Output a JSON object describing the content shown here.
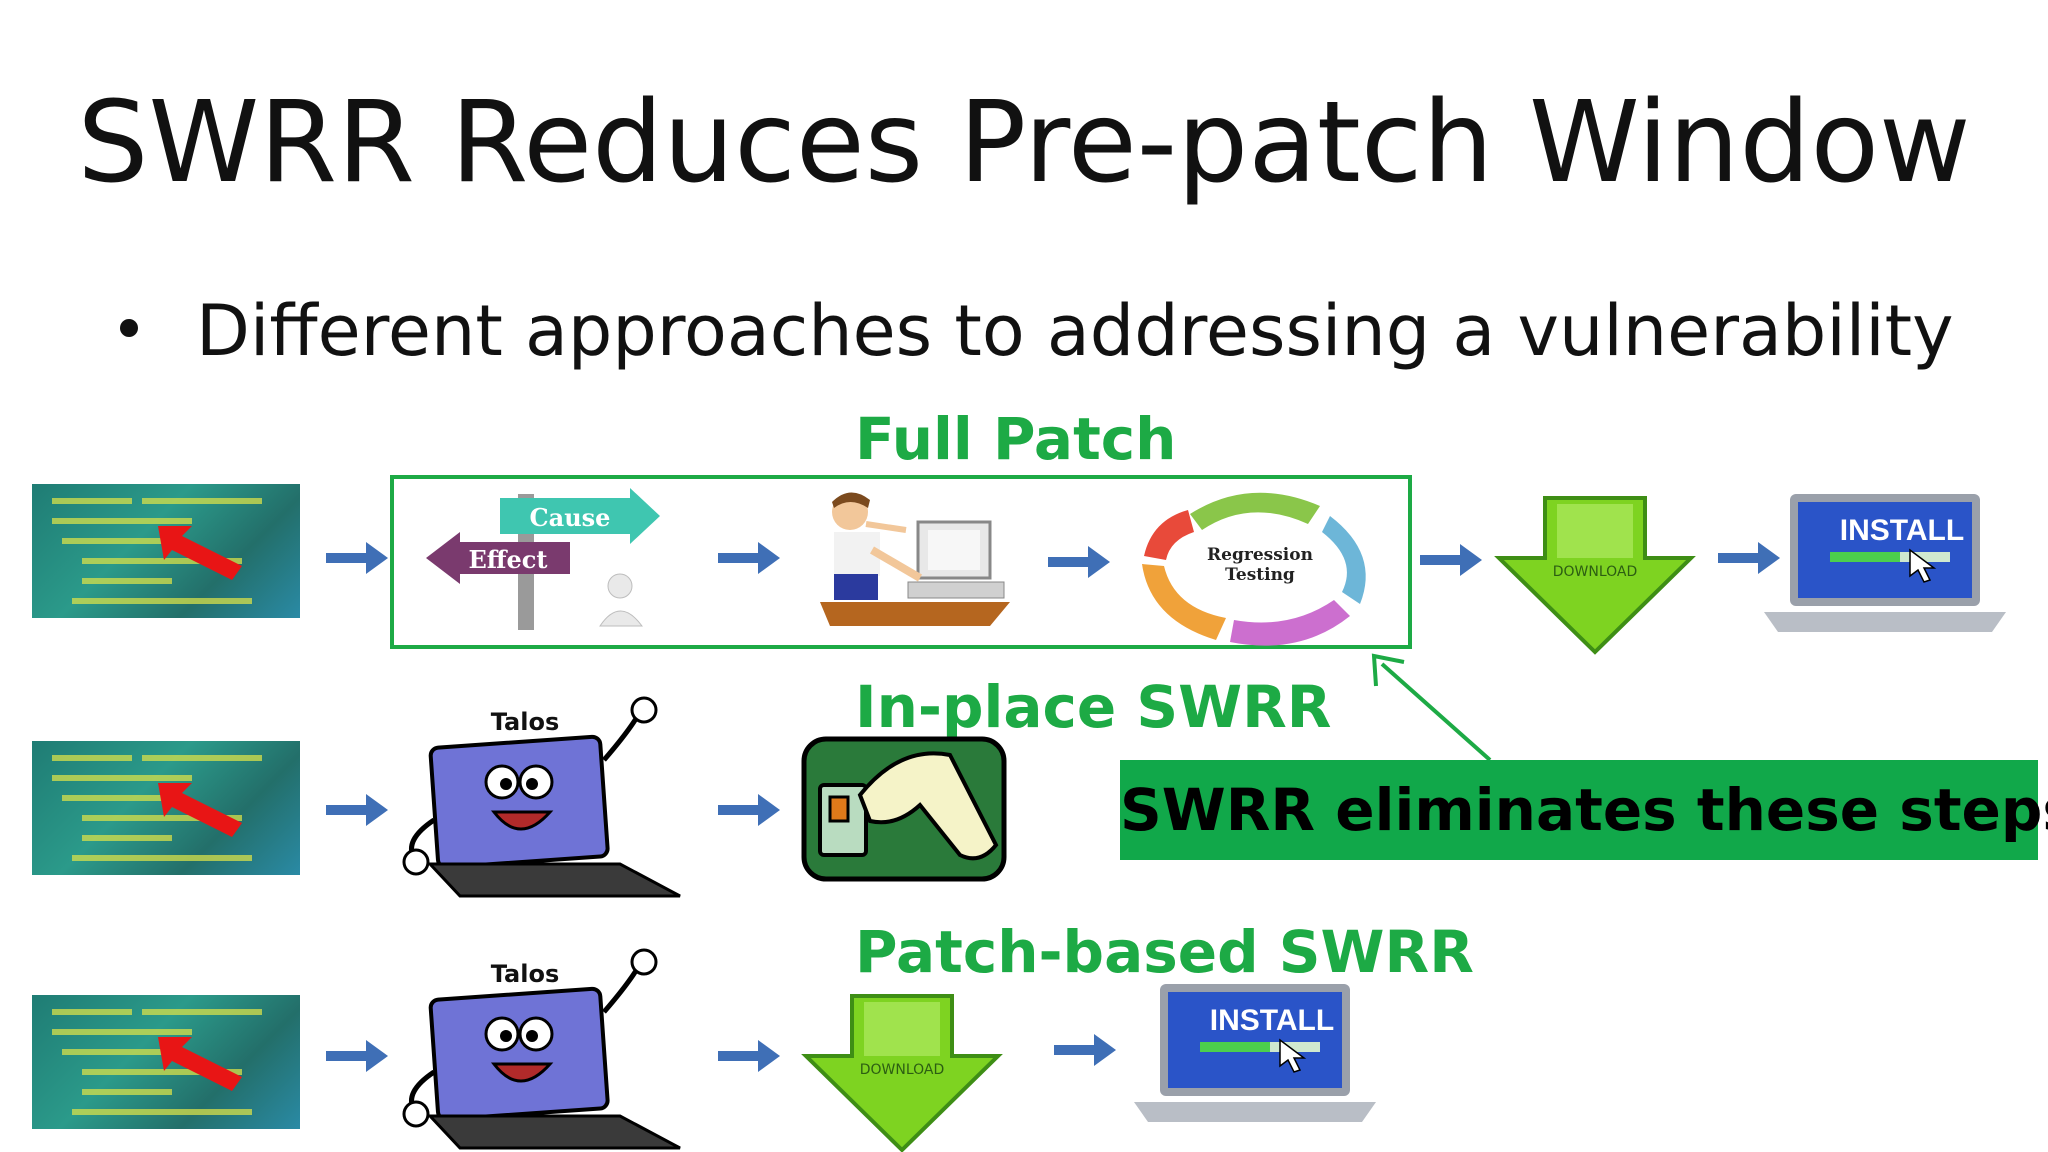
{
  "title": "SWRR Reduces Pre-patch Window",
  "bullet": "Different approaches to addressing a vulnerability",
  "rows": {
    "full_patch": {
      "label": "Full Patch"
    },
    "in_place": {
      "label": "In-place SWRR"
    },
    "patch_based": {
      "label": "Patch-based SWRR"
    }
  },
  "callout": {
    "text": "SWRR eliminates these steps!"
  },
  "icons": {
    "cause_sign": "Cause",
    "effect_sign": "Effect",
    "regression": "Regression Testing",
    "download": "DOWNLOAD",
    "install": "INSTALL",
    "talos": "Talos"
  },
  "colors": {
    "accent_green": "#1daa45",
    "callout_green": "#11a84a",
    "arrow_blue": "#3f6fb6"
  }
}
